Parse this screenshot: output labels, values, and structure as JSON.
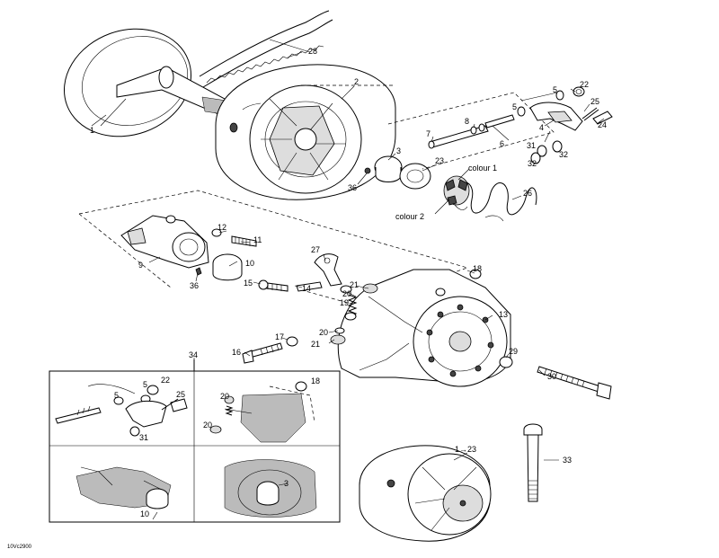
{
  "callouts": [
    {
      "id": "c1",
      "text": "1"
    },
    {
      "id": "c2",
      "text": "2"
    },
    {
      "id": "c3",
      "text": "3"
    },
    {
      "id": "c4",
      "text": "4"
    },
    {
      "id": "c5a",
      "text": "5"
    },
    {
      "id": "c5b",
      "text": "5"
    },
    {
      "id": "c6",
      "text": "6"
    },
    {
      "id": "c7",
      "text": "7"
    },
    {
      "id": "c8",
      "text": "8"
    },
    {
      "id": "c9",
      "text": "9"
    },
    {
      "id": "c10",
      "text": "10"
    },
    {
      "id": "c11",
      "text": "11"
    },
    {
      "id": "c12",
      "text": "12"
    },
    {
      "id": "c13",
      "text": "13"
    },
    {
      "id": "c14",
      "text": "14"
    },
    {
      "id": "c15",
      "text": "15"
    },
    {
      "id": "c16",
      "text": "16"
    },
    {
      "id": "c17",
      "text": "17"
    },
    {
      "id": "c18",
      "text": "18"
    },
    {
      "id": "c19",
      "text": "19"
    },
    {
      "id": "c20a",
      "text": "20"
    },
    {
      "id": "c20b",
      "text": "20"
    },
    {
      "id": "c21a",
      "text": "21"
    },
    {
      "id": "c21b",
      "text": "21"
    },
    {
      "id": "c22",
      "text": "22"
    },
    {
      "id": "c23a",
      "text": "23"
    },
    {
      "id": "c23b",
      "text": "1→23"
    },
    {
      "id": "c24",
      "text": "24"
    },
    {
      "id": "c25",
      "text": "25"
    },
    {
      "id": "c26",
      "text": "26"
    },
    {
      "id": "c27",
      "text": "27"
    },
    {
      "id": "c28",
      "text": "28"
    },
    {
      "id": "c29",
      "text": "29"
    },
    {
      "id": "c30",
      "text": "30"
    },
    {
      "id": "c31",
      "text": "31"
    },
    {
      "id": "c32a",
      "text": "32"
    },
    {
      "id": "c32b",
      "text": "32"
    },
    {
      "id": "c33",
      "text": "33"
    },
    {
      "id": "c34",
      "text": "34"
    },
    {
      "id": "c36a",
      "text": "36"
    },
    {
      "id": "c36b",
      "text": "36"
    }
  ],
  "annotations": {
    "colour1": "colour 1",
    "colour2": "colour 2"
  },
  "inset_callouts": [
    {
      "id": "i5a",
      "text": "5"
    },
    {
      "id": "i5b",
      "text": "5"
    },
    {
      "id": "i22",
      "text": "22"
    },
    {
      "id": "i25",
      "text": "25"
    },
    {
      "id": "i31",
      "text": "31"
    },
    {
      "id": "i18",
      "text": "18"
    },
    {
      "id": "i20a",
      "text": "20"
    },
    {
      "id": "i20b",
      "text": "20"
    },
    {
      "id": "i3",
      "text": "3"
    },
    {
      "id": "i10",
      "text": "10"
    }
  ],
  "code": "10Vc2900"
}
